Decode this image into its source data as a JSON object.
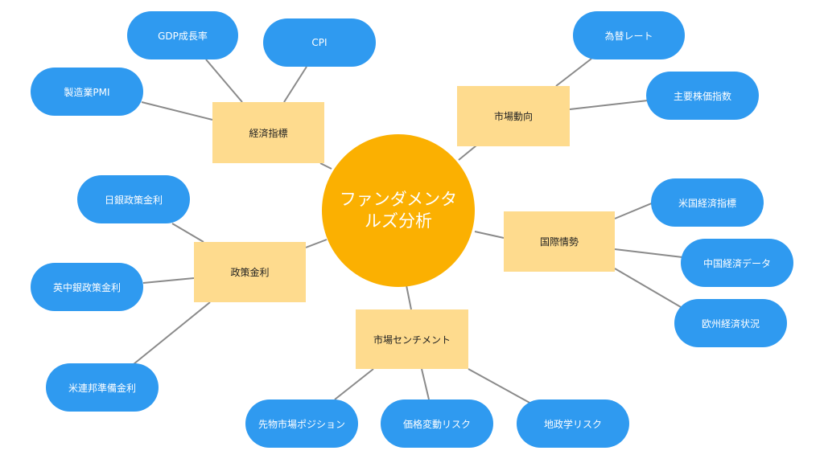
{
  "center": {
    "label": "ファンダメンタルズ分析"
  },
  "categories": {
    "economic": {
      "label": "経済指標"
    },
    "market": {
      "label": "市場動向"
    },
    "policy": {
      "label": "政策金利"
    },
    "international": {
      "label": "国際情勢"
    },
    "sentiment": {
      "label": "市場センチメント"
    }
  },
  "leaves": {
    "gdp": "GDP成長率",
    "cpi": "CPI",
    "pmi": "製造業PMI",
    "fx": "為替レート",
    "stock_index": "主要株価指数",
    "boj": "日銀政策金利",
    "boe": "英中銀政策金利",
    "fed": "米連邦準備金利",
    "us": "米国経済指標",
    "china": "中国経済データ",
    "eu": "欧州経済状況",
    "futures": "先物市場ポジション",
    "price_risk": "価格変動リスク",
    "geo_risk": "地政学リスク"
  },
  "colors": {
    "center": "#fbb001",
    "category": "#fedb8e",
    "leaf": "#2f9af0",
    "line": "#888888"
  }
}
